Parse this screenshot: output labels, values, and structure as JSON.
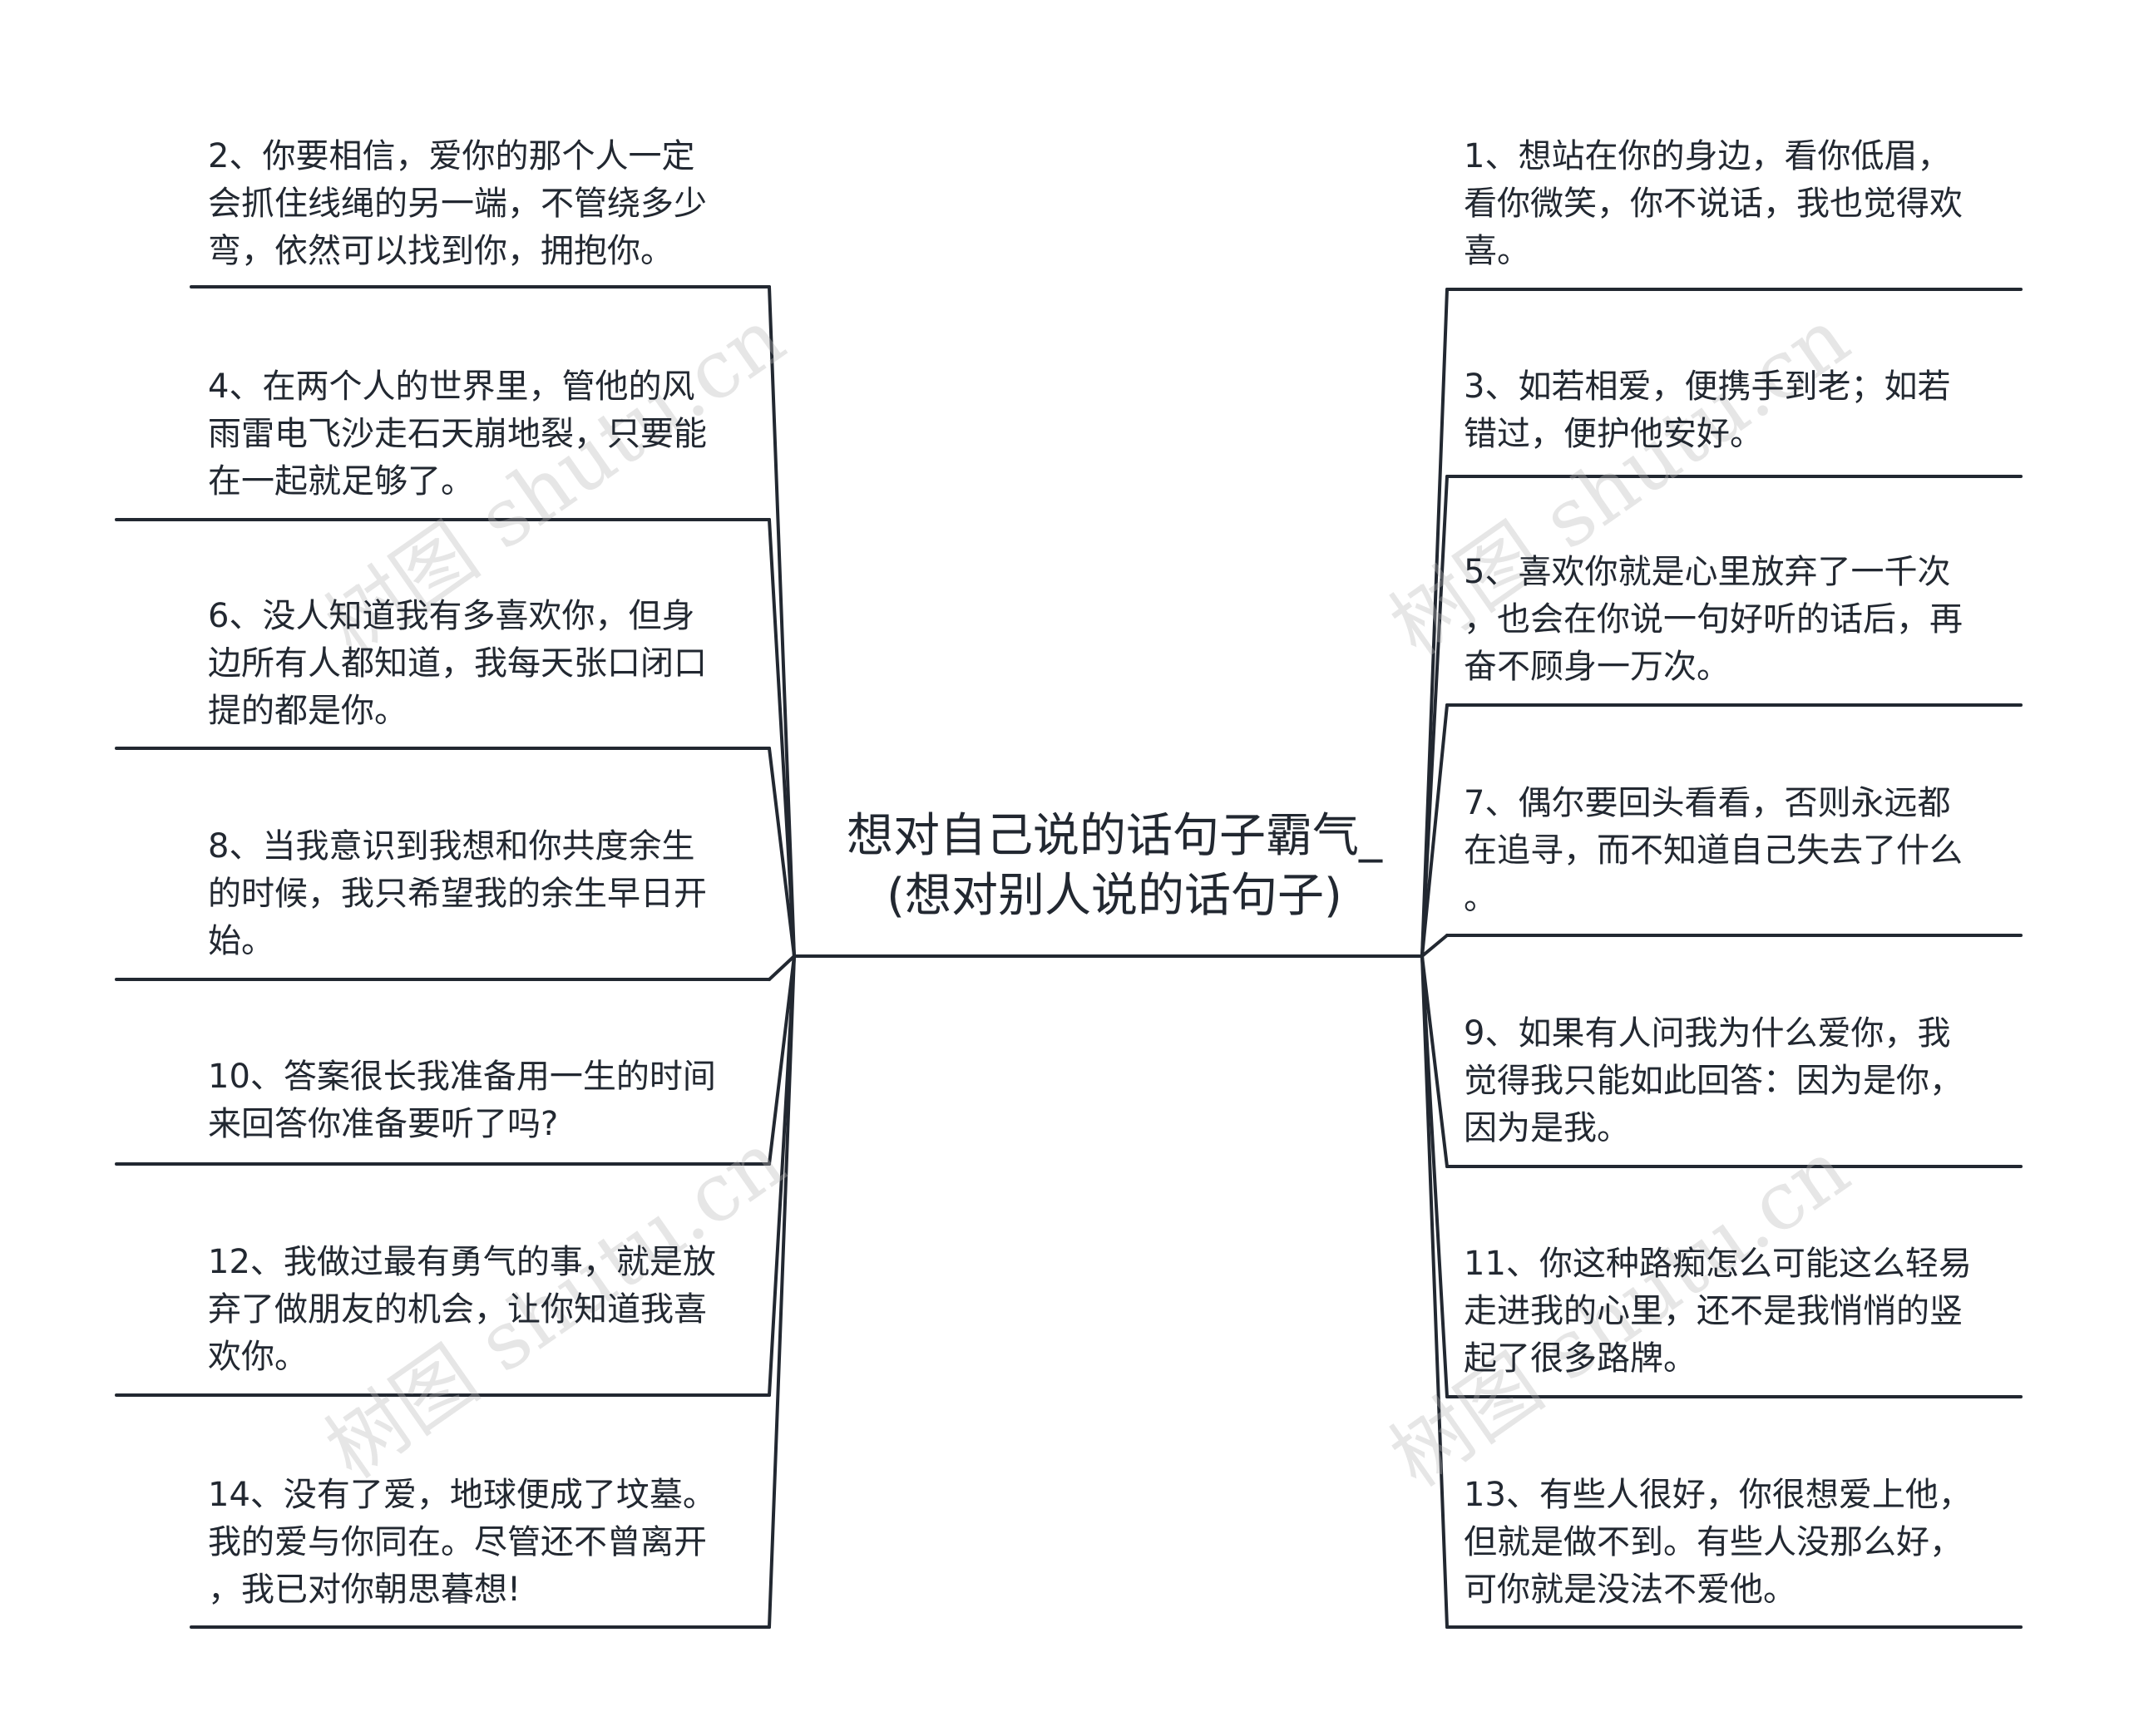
{
  "center": {
    "title_line1": "想对自己说的话句子霸气_",
    "title_line2": "(想对别人说的话句子)"
  },
  "left_nodes": [
    "2、你要相信，爱你的那个人一定\n会抓住线绳的另一端，不管绕多少\n弯，依然可以找到你，拥抱你。",
    "4、在两个人的世界里，管他的风\n雨雷电飞沙走石天崩地裂，只要能\n在一起就足够了。",
    "6、没人知道我有多喜欢你，但身\n边所有人都知道，我每天张口闭口\n提的都是你。",
    "8、当我意识到我想和你共度余生\n的时候，我只希望我的余生早日开\n始。",
    "10、答案很长我准备用一生的时间\n来回答你准备要听了吗?",
    "12、我做过最有勇气的事，就是放\n弃了做朋友的机会，让你知道我喜\n欢你。",
    "14、没有了爱，地球便成了坟墓。\n我的爱与你同在。尽管还不曾离开\n，我已对你朝思暮想!"
  ],
  "right_nodes": [
    "1、想站在你的身边，看你低眉，\n看你微笑，你不说话，我也觉得欢\n喜。",
    "3、如若相爱，便携手到老；如若\n错过，便护他安好。",
    "5、喜欢你就是心里放弃了一千次\n，也会在你说一句好听的话后，再\n奋不顾身一万次。",
    "7、偶尔要回头看看，否则永远都\n在追寻，而不知道自己失去了什么\n。",
    "9、如果有人问我为什么爱你，我\n觉得我只能如此回答：因为是你，\n因为是我。",
    "11、你这种路痴怎么可能这么轻易\n走进我的心里，还不是我悄悄的竖\n起了很多路牌。",
    "13、有些人很好，你很想爱上他，\n但就是做不到。有些人没那么好，\n可你就是没法不爱他。"
  ],
  "watermark": "树图 shutu.cn",
  "colors": {
    "line": "#222831",
    "text": "#222831",
    "watermark": "#b9b9b9"
  }
}
